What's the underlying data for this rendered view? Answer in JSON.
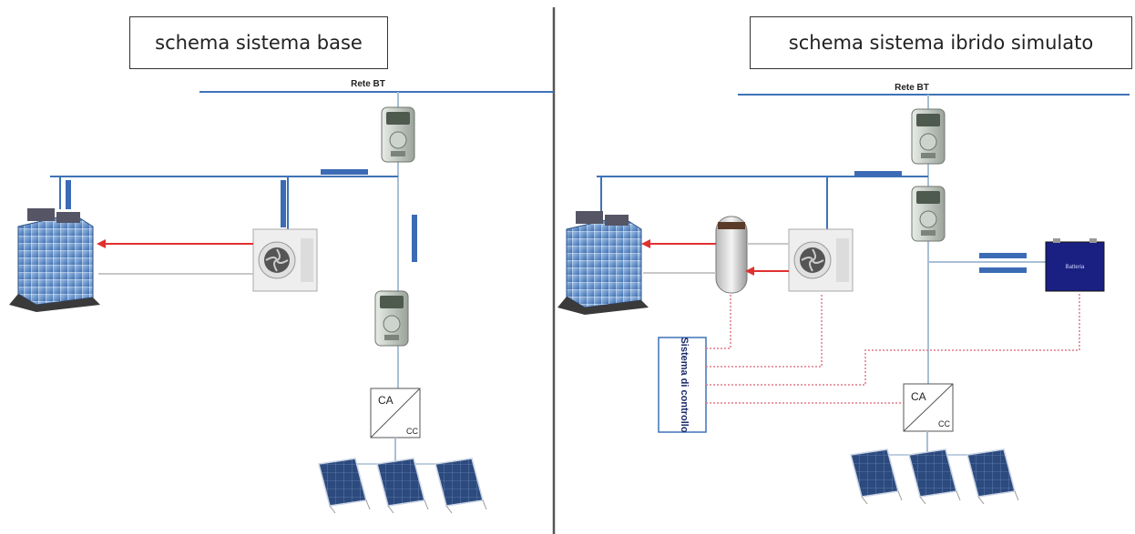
{
  "left_panel": {
    "title": "schema sistema base",
    "grid_label": "Rete BT",
    "converter": {
      "top": "CA",
      "bottom": "CC"
    }
  },
  "right_panel": {
    "title": "schema sistema ibrido simulato",
    "grid_label": "Rete BT",
    "converter": {
      "top": "CA",
      "bottom": "CC"
    },
    "control_system": "Sistema di controllo",
    "battery_label": "Batteria"
  }
}
